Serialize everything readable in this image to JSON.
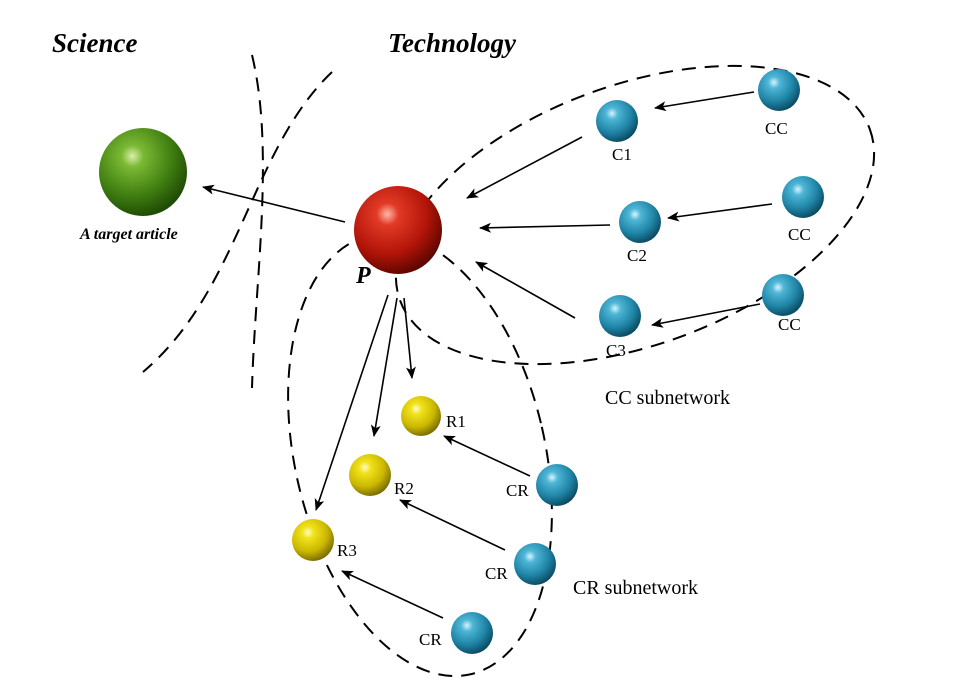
{
  "headers": {
    "left": "Science",
    "right": "Technology"
  },
  "target": {
    "label": "A target article"
  },
  "paper": {
    "label": "P"
  },
  "cc_nodes": [
    {
      "label": "C1"
    },
    {
      "label": "C2"
    },
    {
      "label": "C3"
    },
    {
      "label": "CC"
    },
    {
      "label": "CC"
    },
    {
      "label": "CC"
    }
  ],
  "r_nodes": [
    {
      "label": "R1"
    },
    {
      "label": "R2"
    },
    {
      "label": "R3"
    }
  ],
  "cr_nodes": [
    {
      "label": "CR"
    },
    {
      "label": "CR"
    },
    {
      "label": "CR"
    }
  ],
  "subnetworks": {
    "cc": "CC subnetwork",
    "cr": "CR subnetwork"
  },
  "colors": {
    "target": "#4a8a12",
    "paper": "#c01a10",
    "citing": "#2a8fae",
    "reference": "#d6c400"
  }
}
